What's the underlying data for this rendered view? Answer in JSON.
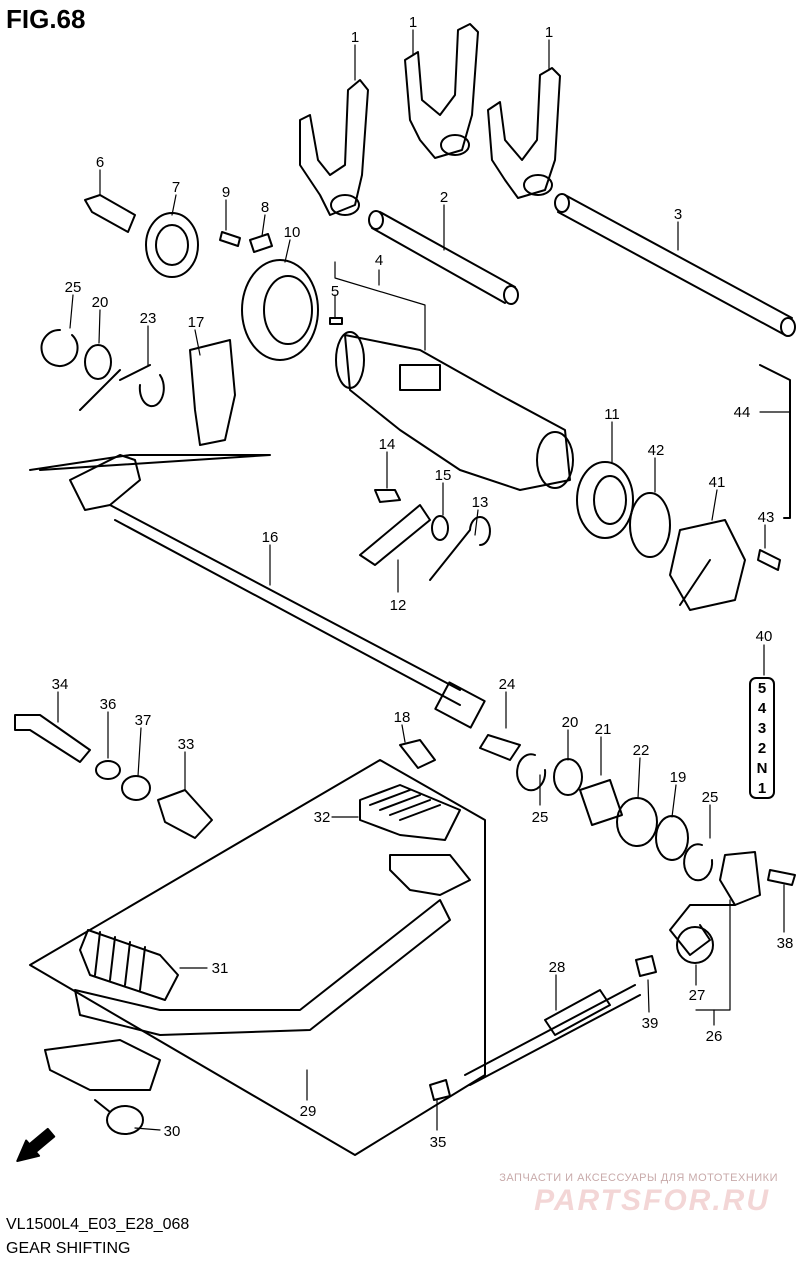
{
  "figure": {
    "title": "FIG.68",
    "code": "VL1500L4_E03_E28_068",
    "subtitle": "GEAR SHIFTING"
  },
  "watermark": {
    "tagline": "ЗАПЧАСТИ И АКСЕССУАРЫ ДЛЯ МОТОТЕХНИКИ",
    "brand": "PARTSFOR.RU"
  },
  "gear_positions": [
    "5",
    "4",
    "3",
    "2",
    "N",
    "1"
  ],
  "fwd_label": "FWD",
  "callouts": [
    "1",
    "1",
    "1",
    "2",
    "3",
    "4",
    "5",
    "6",
    "7",
    "9",
    "8",
    "10",
    "25",
    "20",
    "23",
    "17",
    "14",
    "15",
    "13",
    "11",
    "42",
    "41",
    "44",
    "43",
    "12",
    "16",
    "40",
    "34",
    "36",
    "37",
    "33",
    "18",
    "24",
    "20",
    "21",
    "22",
    "19",
    "25",
    "25",
    "32",
    "31",
    "28",
    "39",
    "27",
    "26",
    "29",
    "30",
    "35",
    "38"
  ]
}
